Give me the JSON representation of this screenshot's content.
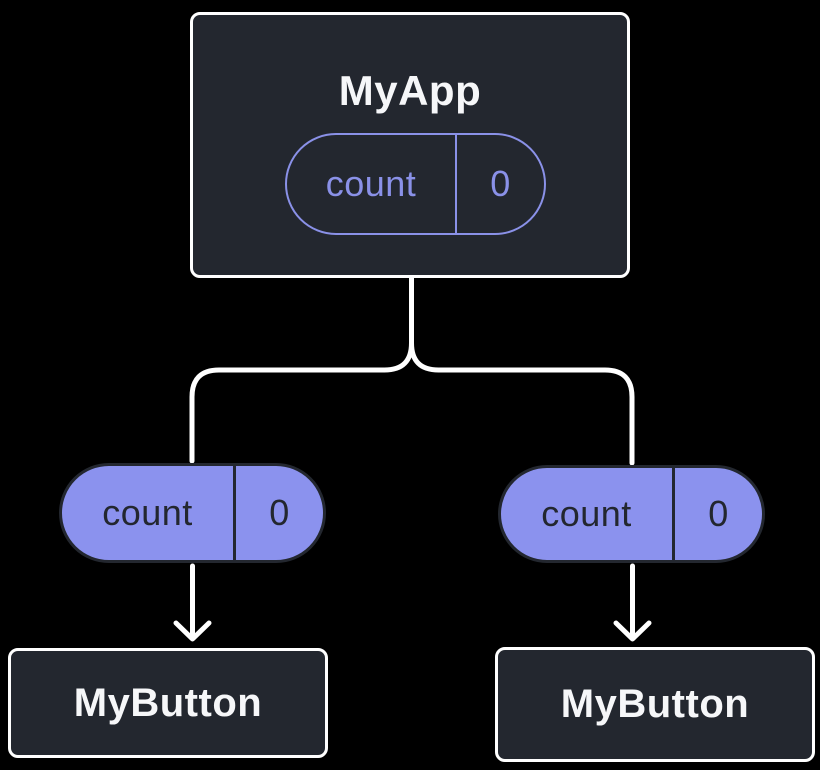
{
  "colors": {
    "canvas-bg": "#000000",
    "card-bg": "#23272F",
    "card-border": "#FFFFFF",
    "card-text": "#F6F7F9",
    "accent-fill": "#8B92EE",
    "accent-outline": "#8A91E8",
    "pill-dark": "#23272F",
    "line": "#FFFFFF"
  },
  "app_node": {
    "label": "MyApp",
    "state_pill": {
      "name": "count",
      "value": "0"
    }
  },
  "child_nodes": [
    {
      "label": "MyButton",
      "prop_pill": {
        "name": "count",
        "value": "0"
      }
    },
    {
      "label": "MyButton",
      "prop_pill": {
        "name": "count",
        "value": "0"
      }
    }
  ]
}
